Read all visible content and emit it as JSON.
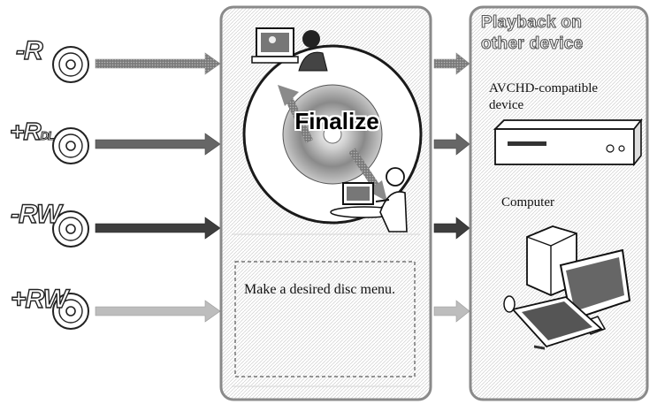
{
  "discs": [
    {
      "label": "-R"
    },
    {
      "label": "+R",
      "suffix": "DL"
    },
    {
      "label": "-RW"
    },
    {
      "label": "+RW"
    }
  ],
  "finalize_panel": {
    "center_label": "Finalize",
    "menu_note": "Make a desired disc menu."
  },
  "playback_panel": {
    "title_line1": "Playback on",
    "title_line2": "other device",
    "device1_label": "AVCHD-compatible device",
    "device2_label": "Computer"
  }
}
